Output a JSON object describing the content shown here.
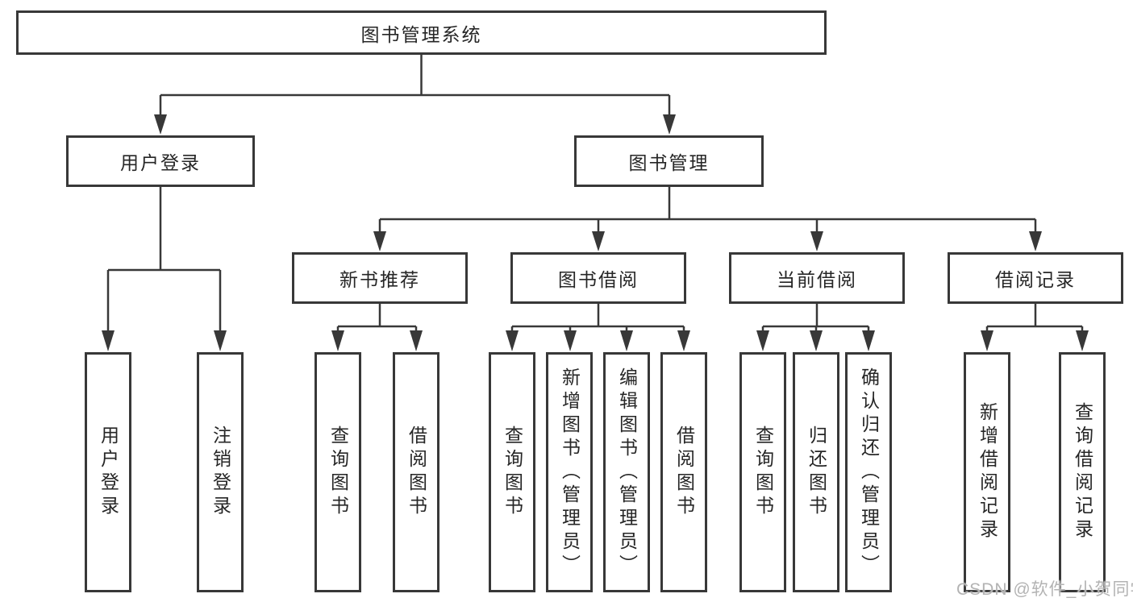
{
  "tree": {
    "root": {
      "label": "图书管理系统",
      "children": [
        {
          "label": "用户登录",
          "children": [
            {
              "label": "用户登录"
            },
            {
              "label": "注销登录"
            }
          ]
        },
        {
          "label": "图书管理",
          "children": [
            {
              "label": "新书推荐",
              "children": [
                {
                  "label": "查询图书"
                },
                {
                  "label": "借阅图书"
                }
              ]
            },
            {
              "label": "图书借阅",
              "children": [
                {
                  "label": "查询图书"
                },
                {
                  "label": "新增图书（管理员）"
                },
                {
                  "label": "编辑图书（管理员）"
                },
                {
                  "label": "借阅图书"
                }
              ]
            },
            {
              "label": "当前借阅",
              "children": [
                {
                  "label": "查询图书"
                },
                {
                  "label": "归还图书"
                },
                {
                  "label": "确认归还（管理员）"
                }
              ]
            },
            {
              "label": "借阅记录",
              "children": [
                {
                  "label": "新增借阅记录"
                },
                {
                  "label": "查询借阅记录"
                }
              ]
            }
          ]
        }
      ]
    }
  },
  "watermark": {
    "text": "CSDN @软件_小贺同学"
  },
  "colors": {
    "line": "#383838",
    "box_border": "#383838",
    "text": "#262626",
    "watermark": "#b3b3b3"
  }
}
